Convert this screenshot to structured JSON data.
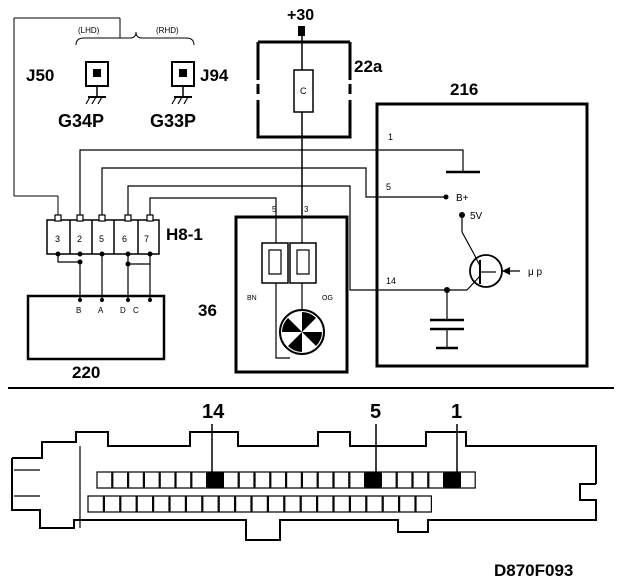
{
  "labels": {
    "supply": "+30",
    "lhd": "(LHD)",
    "rhd": "(RHD)",
    "j50": "J50",
    "j94": "J94",
    "g34p": "G34P",
    "g33p": "G33P",
    "fuse_box": "22a",
    "fuse_c": "C",
    "ecu": "216",
    "connector": "H8-1",
    "pump": "36",
    "unit_220": "220",
    "diagram_code": "D870F093"
  },
  "ecu_pins": {
    "pin1": "1",
    "pin5": "5",
    "pin14": "14",
    "bplus": "B+",
    "v5": "5V",
    "up": "μ p"
  },
  "connector_pins": [
    "3",
    "2",
    "5",
    "6",
    "7"
  ],
  "pump_pins": {
    "p5": "5",
    "p3": "3",
    "bn": "BN",
    "og": "OG"
  },
  "unit220_pins": [
    "B",
    "A",
    "D",
    "C"
  ],
  "bottom_connector": {
    "n14": "14",
    "n5": "5",
    "n1": "1"
  }
}
